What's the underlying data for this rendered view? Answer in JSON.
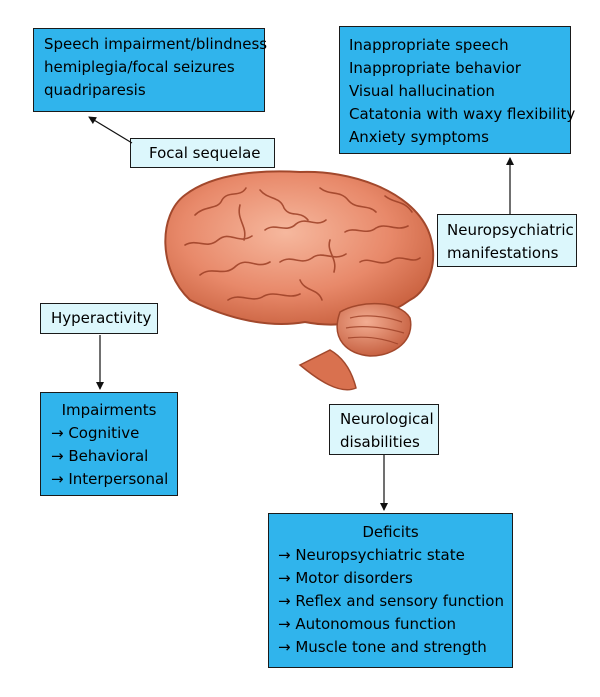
{
  "focal": {
    "label": "Focal sequelae",
    "lines": [
      "Speech impairment/blindness",
      "hemiplegia/focal seizures",
      "quadriparesis"
    ]
  },
  "neuropsychiatric": {
    "label_lines": [
      "Neuropsychiatric",
      "manifestations"
    ],
    "lines": [
      "Inappropriate speech",
      "Inappropriate behavior",
      "Visual hallucination",
      "Catatonia with waxy flexibility",
      "Anxiety symptoms"
    ]
  },
  "hyperactivity": {
    "label": "Hyperactivity",
    "title": "Impairments",
    "lines": [
      "→ Cognitive",
      "→ Behavioral",
      "→ Interpersonal"
    ]
  },
  "neurological": {
    "label_lines": [
      "Neurological",
      "disabilities"
    ],
    "title": "Deficits",
    "lines": [
      "→ Neuropsychiatric state",
      "→ Motor disorders",
      "→ Reflex and sensory function",
      "→ Autonomous function",
      "→ Muscle tone and strength"
    ]
  },
  "colors": {
    "box_blue": "#30b4ec",
    "box_pale": "#dcf7fc",
    "brain": "#e8896a"
  },
  "icons": {
    "center": "brain-illustration"
  }
}
